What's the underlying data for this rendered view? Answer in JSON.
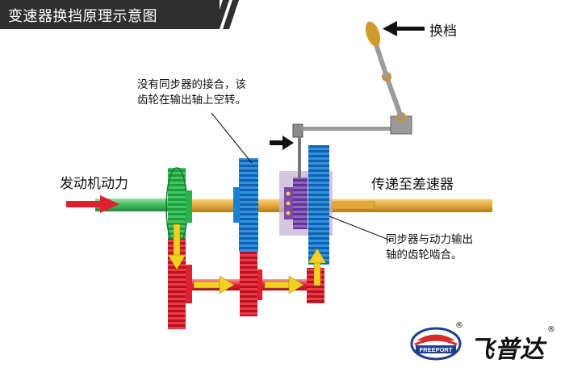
{
  "title": "变速器换挡原理示意图",
  "labels": {
    "shift": "换档",
    "note_top_line1": "没有同步器的接合，该",
    "note_top_line2": "齿轮在输出轴上空转。",
    "engine_power": "发动机动力",
    "to_diff": "传递至差速器",
    "note_bottom_line1": "同步器与动力输出",
    "note_bottom_line2": "轴的齿轮啮合。"
  },
  "brand": {
    "name": "飞普达",
    "logo_text": "FREEPORT",
    "reg_mark": "®"
  },
  "colors": {
    "green": "#2bb24c",
    "blue": "#1c7fd0",
    "red": "#e0202f",
    "purple": "#7a4aa8",
    "shaft": "#e3a73a",
    "title_bg": "#2f2f2f"
  }
}
